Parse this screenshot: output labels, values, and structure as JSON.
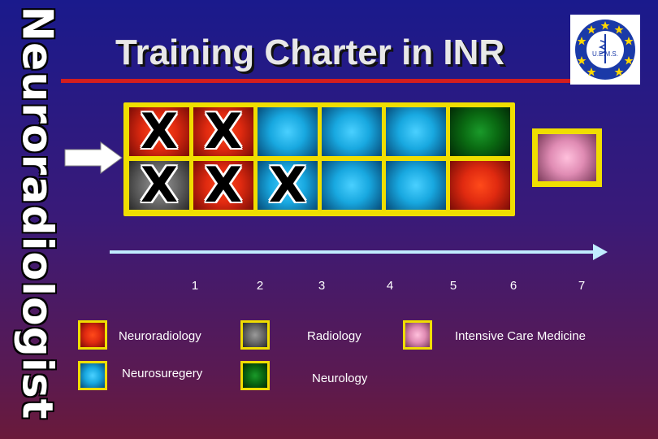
{
  "side_title": "Neuroradiologist",
  "title": "Training Charter in INR",
  "logo": {
    "text": "U.E.M.S."
  },
  "colors": {
    "neuroradiology": "#e02a10",
    "neurosurgery": "#18a8e0",
    "radiology": "#6a6a6a",
    "neurology": "#0a6a12",
    "intensive_care": "#e08cb4",
    "frame": "#f0de00"
  },
  "grid": {
    "top_row": [
      {
        "discipline": "neuroradiology",
        "completed": true
      },
      {
        "discipline": "neuroradiology",
        "completed": true
      },
      {
        "discipline": "neurosurgery",
        "completed": false
      },
      {
        "discipline": "neurosurgery",
        "completed": false
      },
      {
        "discipline": "neurosurgery",
        "completed": false
      },
      {
        "discipline": "neurology",
        "completed": false
      }
    ],
    "bottom_row": [
      {
        "discipline": "radiology",
        "completed": true
      },
      {
        "discipline": "neuroradiology",
        "completed": true
      },
      {
        "discipline": "neurosurgery",
        "completed": true
      },
      {
        "discipline": "neurosurgery",
        "completed": false
      },
      {
        "discipline": "neurosurgery",
        "completed": false
      },
      {
        "discipline": "neuroradiology",
        "completed": false
      }
    ],
    "extra": {
      "discipline": "intensive_care",
      "completed": false
    },
    "mark": "X"
  },
  "timeline": {
    "ticks": [
      "1",
      "2",
      "3",
      "4",
      "5",
      "6",
      "7"
    ]
  },
  "legend": {
    "neuroradiology": "Neuroradiology",
    "neurosurgery": "Neurosuregery",
    "radiology": "Radiology",
    "neurology": "Neurology",
    "intensive_care": "Intensive Care Medicine"
  }
}
